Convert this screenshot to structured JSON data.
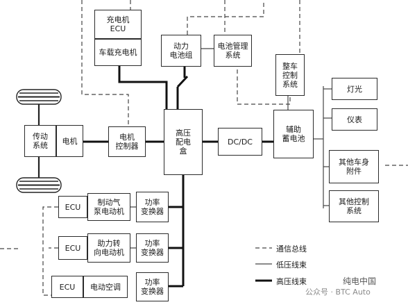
{
  "diagram": {
    "boxes": {
      "charger_ecu": "充电机\nECU",
      "onboard_charger": "车载充电机",
      "battery_pack": "动力\n电池组",
      "bms": "电池管理\n系统",
      "vcu": "整车\n控制\n系统",
      "lights": "灯光",
      "instruments": "仪表",
      "transmission": "传动\n系统",
      "motor": "电机",
      "motor_controller": "电机\n控制器",
      "hv_box": "高压\n配电\n盒",
      "dcdc": "DC/DC",
      "aux_battery": "辅助\n蓄电池",
      "other_body": "其他车身\n附件",
      "other_control": "其他控制\n系统",
      "ecu1": "ECU",
      "brake_motor": "制动气\n泵电动机",
      "inverter1": "功率\n变换器",
      "ecu2": "ECU",
      "steering_motor": "助力转\n向电动机",
      "inverter2": "功率\n变换器",
      "ecu3": "ECU",
      "ac": "电动空调",
      "inverter3": "功率\n变换器"
    },
    "legend": {
      "comm_bus": "通信总线",
      "low_voltage": "低压线束",
      "high_voltage": "高压线束"
    },
    "watermark": {
      "account": "公众号 · BTC Auto",
      "tail": "纯电中国"
    }
  }
}
